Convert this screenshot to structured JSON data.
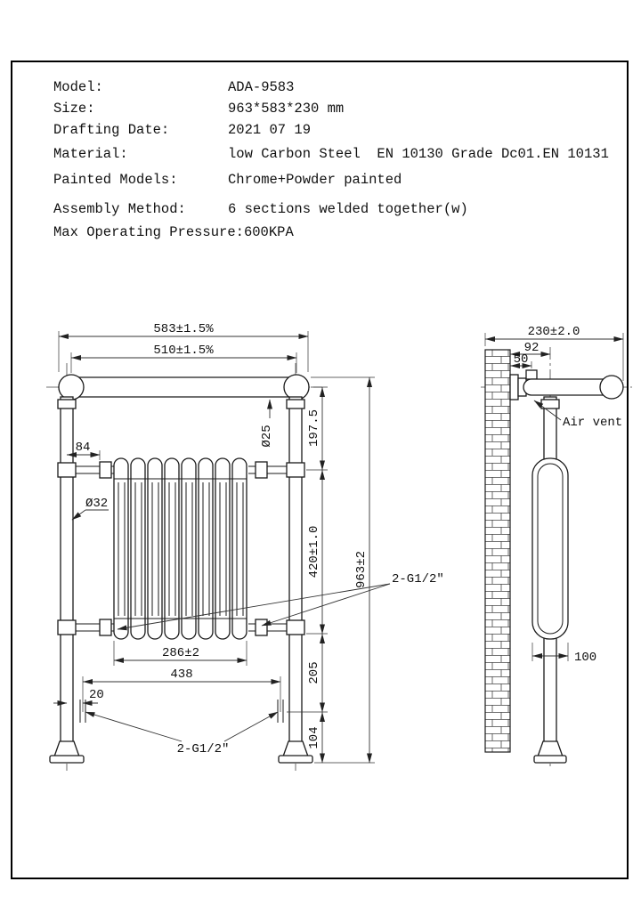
{
  "sheet": {
    "spec": {
      "rows": [
        {
          "label": "Model:",
          "value": "ADA-9583"
        },
        {
          "label": "Size:",
          "value": "963*583*230 mm"
        },
        {
          "label": "Drafting Date:",
          "value": "2021 07 19"
        },
        {
          "label": "Material:",
          "value": "low Carbon Steel  EN 10130 Grade Dc01.EN 10131"
        },
        {
          "label": "Painted Models:",
          "value": "Chrome+Powder painted"
        },
        {
          "label": "Assembly Method:",
          "value": "6 sections welded together(w)"
        },
        {
          "label": "Max Operating Pressure:",
          "value": "600KPA"
        }
      ]
    },
    "front_view": {
      "dim_width_overall": "583±1.5%",
      "dim_width_centers": "510±1.5%",
      "dim_top_drop": "197.5",
      "dim_union_offset": "84",
      "dim_bar_diameter": "Ø25",
      "dim_pipe_diameter": "Ø32",
      "dim_radiator_height": "420±1.0",
      "dim_overall_height": "963±2",
      "dim_radiator_width": "286±2",
      "dim_tails_span": "438",
      "dim_tail_offset": "20",
      "dim_bottom_gap": "205",
      "dim_floor_gap": "104",
      "label_radiator_unions": "2-G1/2\"",
      "label_floor_tails": "2-G1/2\""
    },
    "side_view": {
      "dim_depth_overall": "230±2.0",
      "dim_pipe_to_wall": "92",
      "dim_vent_to_wall": "50",
      "label_air_vent": "Air vent",
      "dim_column_depth": "100"
    }
  }
}
